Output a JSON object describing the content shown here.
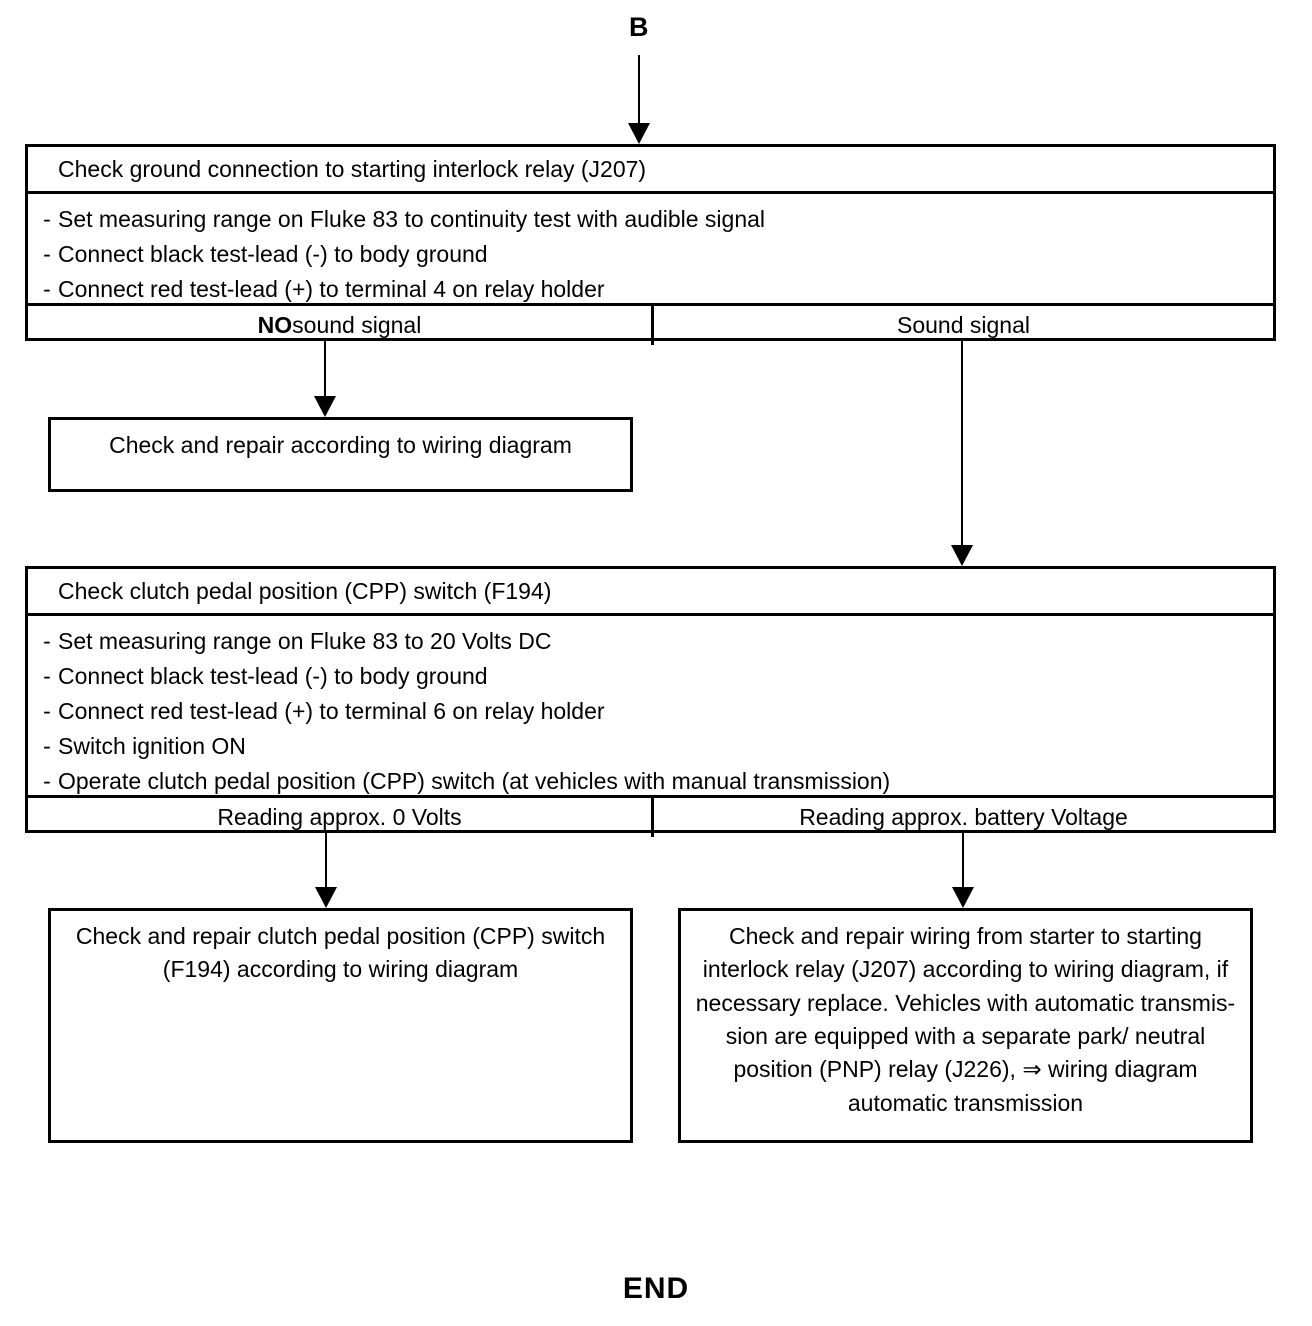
{
  "diagram": {
    "type": "flowchart",
    "entry_connector_label": "B",
    "end_label": "END"
  },
  "block1": {
    "title": "Check ground connection to starting interlock relay (J207)",
    "bullet_marker": "-",
    "steps": [
      "Set measuring range on Fluke 83 to continuity test with audible signal",
      "Connect black test-lead (-) to body ground",
      "Connect red test-lead (+) to terminal 4 on relay holder"
    ],
    "results": {
      "left_strong": "NO",
      "left_rest": " sound signal",
      "right": "Sound signal"
    }
  },
  "block1_left_outcome": {
    "text": "Check and repair according to wiring diagram"
  },
  "block2": {
    "title": "Check clutch pedal position (CPP) switch (F194)",
    "bullet_marker": "-",
    "steps": [
      "Set measuring range on Fluke 83 to 20 Volts DC",
      "Connect black test-lead (-) to body ground",
      "Connect red test-lead (+) to terminal 6 on relay holder",
      "Switch ignition ON",
      "Operate clutch pedal position (CPP) switch (at vehicles with manual transmission)"
    ],
    "results": {
      "left": "Reading approx. 0 Volts",
      "right": "Reading approx. battery Voltage"
    }
  },
  "block2_left_outcome": {
    "text": "Check and repair clutch pedal position (CPP) switch (F194) according to wiring diagram"
  },
  "block2_right_outcome": {
    "text": "Check and repair wiring from starter to starting interlock relay (J207) according to wiring diagram, if necessary replace. Vehicles with automatic transmis-sion are equipped with a separate park/ neutral position (PNP) relay (J226), ⇒ wiring diagram automatic transmission"
  },
  "colors": {
    "ink": "#000000",
    "paper": "#ffffff"
  }
}
